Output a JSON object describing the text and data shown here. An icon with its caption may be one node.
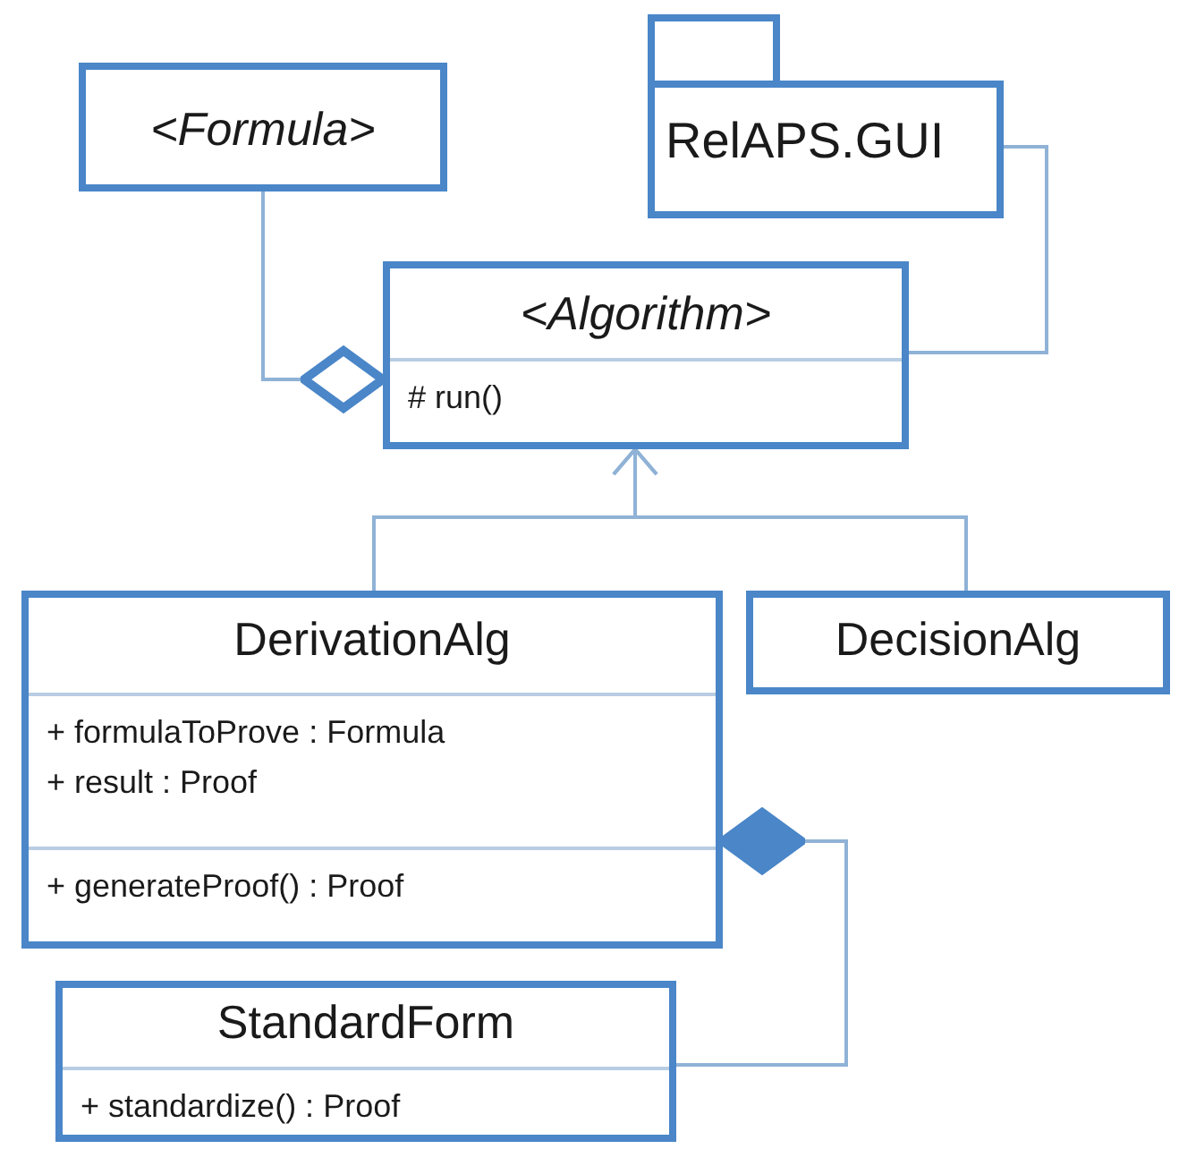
{
  "diagram": {
    "nodes": [
      {
        "text": [
          "<Formula>"
        ]
      },
      {
        "text": [
          "RelAPS.GUI"
        ]
      },
      {
        "text": [
          "<Algorithm>",
          "# run()"
        ]
      },
      {
        "text": [
          "DerivationAlg",
          "+ formulaToProve : Formula",
          "+ result : Proof",
          "+ generateProof() : Proof"
        ]
      },
      {
        "text": [
          "DecisionAlg"
        ]
      },
      {
        "text": [
          "StandardForm",
          "+ standardize() : Proof"
        ]
      }
    ],
    "edges": [
      {
        "from": 0,
        "to": 2,
        "arrow": "other"
      },
      {
        "from": 1,
        "to": 2,
        "arrow": "none"
      },
      {
        "from": 3,
        "to": 2,
        "arrow": "to"
      },
      {
        "from": 4,
        "to": 2,
        "arrow": "to"
      },
      {
        "from": 5,
        "to": 3,
        "arrow": "other"
      }
    ]
  }
}
